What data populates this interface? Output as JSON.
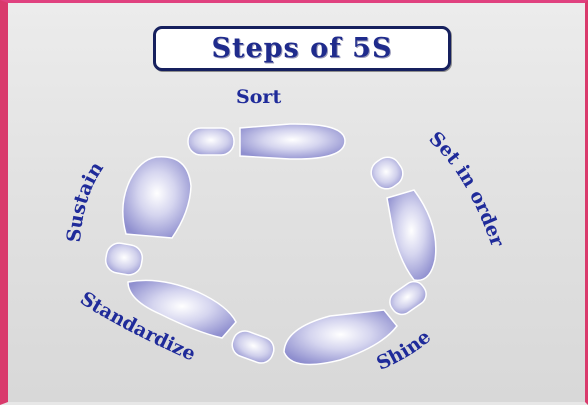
{
  "title": "Steps of 5S",
  "steps": [
    {
      "label": "Sort"
    },
    {
      "label": "Set in order"
    },
    {
      "label": "Shine"
    },
    {
      "label": "Standardize"
    },
    {
      "label": "Sustain"
    }
  ],
  "colors": {
    "label_text": "#1f2b9a",
    "title_border": "#16205e",
    "footprint_light": "#ffffff",
    "footprint_dark": "#8f8fcf",
    "frame_border": "#d93a6c"
  }
}
